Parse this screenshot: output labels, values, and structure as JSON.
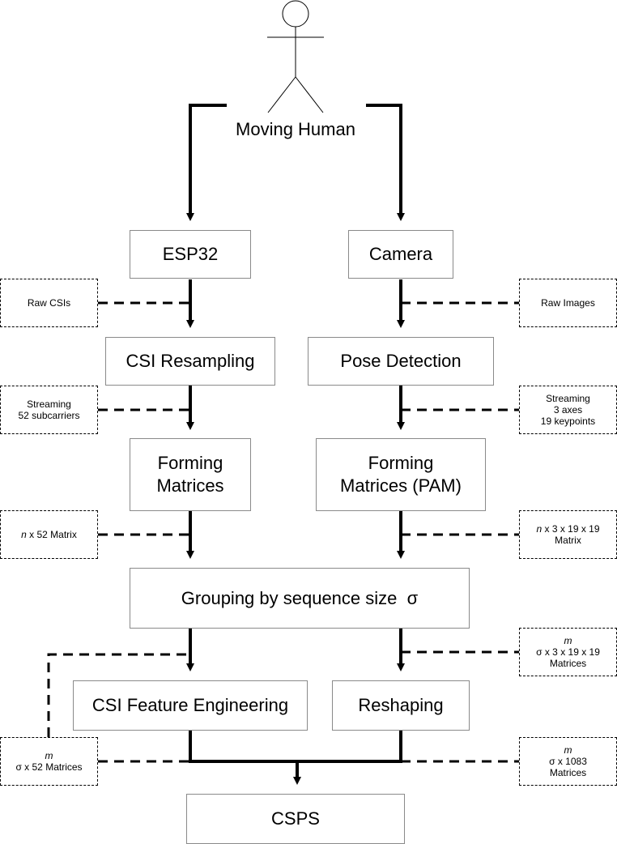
{
  "actor": {
    "label": "Moving Human"
  },
  "boxes": {
    "esp32": "ESP32",
    "camera": "Camera",
    "csi_resampling": "CSI Resampling",
    "pose_detection": "Pose Detection",
    "forming_matrices_left_1": "Forming",
    "forming_matrices_left_2": "Matrices",
    "forming_matrices_right_1": "Forming",
    "forming_matrices_right_2": "Matrices (PAM)",
    "grouping": "Grouping by sequence size  σ",
    "csi_feature_engineering": "CSI Feature Engineering",
    "reshaping": "Reshaping",
    "csps": "CSPS"
  },
  "notes": {
    "raw_csis": "Raw CSIs",
    "raw_images": "Raw Images",
    "streaming_left_1": "Streaming",
    "streaming_left_2": "52 subcarriers",
    "streaming_right_1": "Streaming",
    "streaming_right_2": "3 axes",
    "streaming_right_3": "19 keypoints",
    "n52_var": "n",
    "n52_rest": " x 52 Matrix",
    "n_pam_var": "n",
    "n_pam_rest": " x 3 x 19 x 19",
    "n_pam_2": "Matrix",
    "m_pam_var": "m",
    "m_pam_2": "σ x 3 x 19 x 19",
    "m_pam_3": "Matrices",
    "m_csi_var": "m",
    "m_csi_2": "σ x 52 Matrices",
    "m_res_var": "m",
    "m_res_2": "σ x 1083",
    "m_res_3": "Matrices"
  }
}
